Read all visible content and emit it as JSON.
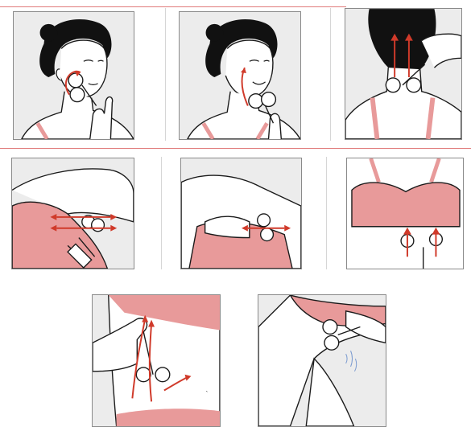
{
  "colors": {
    "panel_background": "#ececec",
    "skin_outline": "#1a1a1a",
    "garment_pink": "#e89a9a",
    "arrow_red": "#d03a2a",
    "roller_outline": "#1a1a1a",
    "divider_red": "#e07a7a"
  },
  "panels": [
    {
      "id": "face-cheek",
      "icons": [
        "woman-face-icon",
        "face-roller-icon",
        "circular-arrow-icon"
      ]
    },
    {
      "id": "face-jaw",
      "icons": [
        "woman-face-icon",
        "face-roller-icon",
        "up-arrow-icon"
      ]
    },
    {
      "id": "neck-back",
      "icons": [
        "neck-back-icon",
        "face-roller-icon",
        "up-arrow-icon"
      ]
    },
    {
      "id": "underarm",
      "icons": [
        "underarm-icon",
        "face-roller-icon",
        "horizontal-arrows-icon"
      ]
    },
    {
      "id": "side-chest",
      "icons": [
        "side-chest-icon",
        "face-roller-icon",
        "horizontal-arrows-icon"
      ]
    },
    {
      "id": "chest-front",
      "icons": [
        "chest-front-icon",
        "face-roller-icon",
        "up-arrow-icon"
      ]
    },
    {
      "id": "abdomen",
      "icons": [
        "abdomen-icon",
        "face-roller-icon",
        "up-arrow-icon"
      ]
    },
    {
      "id": "thigh",
      "icons": [
        "thigh-icon",
        "face-roller-icon"
      ]
    }
  ]
}
